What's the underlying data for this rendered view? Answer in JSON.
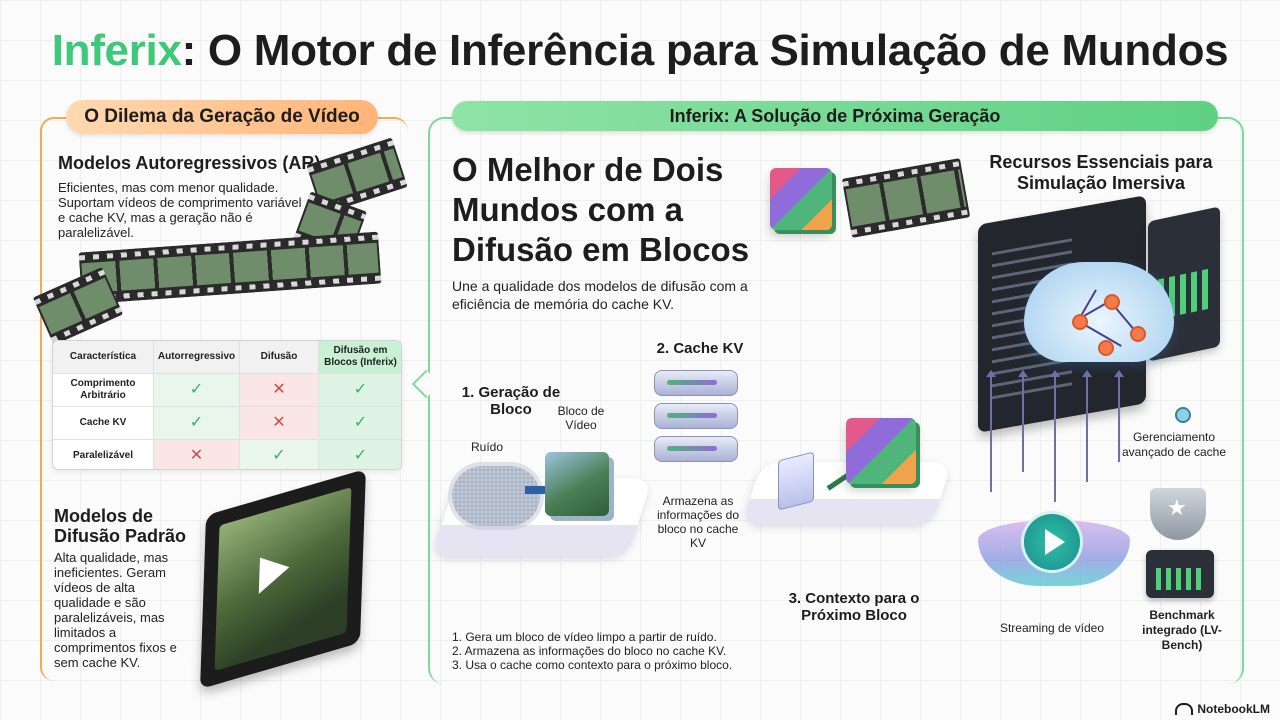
{
  "title": {
    "brand": "Inferix",
    "rest": ": O Motor de Inferência para Simulação de Mundos"
  },
  "left": {
    "pill": "O Dilema da Geração de Vídeo",
    "ar_title": "Modelos Autoregressivos (AR)",
    "ar_desc": "Eficientes, mas com menor qualidade. Suportam vídeos de comprimento variável e cache KV, mas a geração não é paralelizável.",
    "table": {
      "headers": [
        "Característica",
        "Autorregressivo",
        "Difusão",
        "Difusão em Blocos (Inferix)"
      ],
      "rows": [
        {
          "feature": "Comprimento Arbitrário",
          "ar": "✓",
          "diff": "✕",
          "block": "✓"
        },
        {
          "feature": "Cache KV",
          "ar": "✓",
          "diff": "✕",
          "block": "✓"
        },
        {
          "feature": "Paralelizável",
          "ar": "✕",
          "diff": "✓",
          "block": "✓"
        }
      ]
    },
    "dp_title": "Modelos de Difusão Padrão",
    "dp_desc": "Alta qualidade, mas ineficientes. Geram vídeos de alta qualidade e são paralelizáveis, mas limitados a comprimentos fixos e sem cache KV."
  },
  "right": {
    "pill": "Inferix: A Solução de Próxima Geração",
    "best_title": "O Melhor de Dois Mundos com a Difusão em Blocos",
    "best_desc": "Une a qualidade dos modelos de difusão com a eficiência de memória do cache KV.",
    "step1": "1. Geração de Bloco",
    "noise": "Ruído",
    "video_block": "Bloco de Vídeo",
    "step2": "2. Cache KV",
    "stores": "Armazena as informações do bloco no cache KV",
    "step3": "3. Contexto para o Próximo Bloco",
    "list": [
      "1. Gera um bloco de vídeo limpo a partir de ruído.",
      "2. Armazena as informações do bloco no cache KV.",
      "3. Usa o cache como contexto para o próximo bloco."
    ],
    "resources_title": "Recursos Essenciais para Simulação Imersiva",
    "cache_mgmt": "Gerenciamento avançado de cache",
    "streaming": "Streaming de vídeo",
    "benchmark": "Benchmark integrado (LV-Bench)"
  },
  "footer": "NotebookLM",
  "colors": {
    "brand_green": "#3dc87a",
    "orange": "#f3a85a",
    "green_border": "#7ed99a"
  }
}
